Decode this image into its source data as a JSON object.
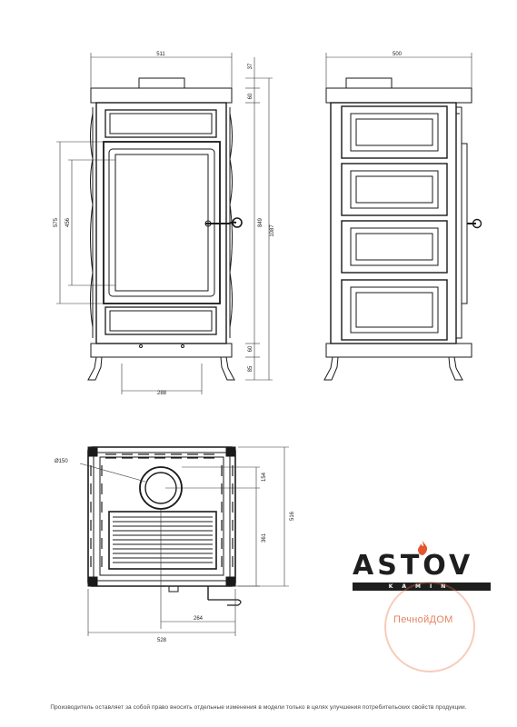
{
  "front_view": {
    "width_label": "511",
    "top_offset_label": "37",
    "top_panel_label": "60",
    "body_height_label": "849",
    "total_height_label": "1087",
    "opening_outer_label": "575",
    "opening_inner_label": "456",
    "base_label": "60",
    "legs_label": "85",
    "handle_offset_label": "288"
  },
  "side_view": {
    "depth_label": "500"
  },
  "top_view": {
    "flue_label": "Ø150",
    "flue_offset_label": "154",
    "inner_depth_label": "361",
    "total_depth_label": "516",
    "flue_center_label": "264",
    "total_width_label": "528"
  },
  "logo": {
    "brand": "ASTOV",
    "sub": "KAMIN"
  },
  "watermark": {
    "text": "ПечнойДОМ"
  },
  "footer": {
    "disclaimer": "Производитель оставляет за собой право вносить отдельные изменения в модели только в целях улучшения потребительских свойств продукции."
  }
}
